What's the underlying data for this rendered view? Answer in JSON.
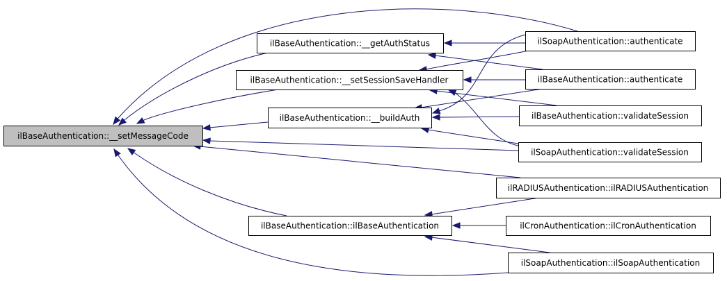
{
  "diagram": {
    "type": "doxygen-caller-graph",
    "edge_color": "#191970",
    "focus_fill": "#bfbfbf",
    "node_fill": "#ffffff",
    "nodes": [
      {
        "id": "setMessageCode",
        "label": "ilBaseAuthentication::__setMessageCode",
        "focus": true
      },
      {
        "id": "getAuthStatus",
        "label": "ilBaseAuthentication::__getAuthStatus"
      },
      {
        "id": "setSessionSaveHandler",
        "label": "ilBaseAuthentication::__setSessionSaveHandler"
      },
      {
        "id": "buildAuth",
        "label": "ilBaseAuthentication::__buildAuth"
      },
      {
        "id": "baseCtor",
        "label": "ilBaseAuthentication::ilBaseAuthentication"
      },
      {
        "id": "soapAuthenticate",
        "label": "ilSoapAuthentication::authenticate"
      },
      {
        "id": "baseAuthenticate",
        "label": "ilBaseAuthentication::authenticate"
      },
      {
        "id": "baseValidateSession",
        "label": "ilBaseAuthentication::validateSession"
      },
      {
        "id": "soapValidateSession",
        "label": "ilSoapAuthentication::validateSession"
      },
      {
        "id": "radiusCtor",
        "label": "ilRADIUSAuthentication::ilRADIUSAuthentication"
      },
      {
        "id": "cronCtor",
        "label": "ilCronAuthentication::ilCronAuthentication"
      },
      {
        "id": "soapCtor",
        "label": "ilSoapAuthentication::ilSoapAuthentication"
      }
    ],
    "edges": [
      {
        "from": "getAuthStatus",
        "to": "setMessageCode"
      },
      {
        "from": "setSessionSaveHandler",
        "to": "setMessageCode"
      },
      {
        "from": "buildAuth",
        "to": "setMessageCode"
      },
      {
        "from": "baseCtor",
        "to": "setMessageCode"
      },
      {
        "from": "soapAuthenticate",
        "to": "setMessageCode"
      },
      {
        "from": "soapValidateSession",
        "to": "setMessageCode"
      },
      {
        "from": "radiusCtor",
        "to": "setMessageCode"
      },
      {
        "from": "soapCtor",
        "to": "setMessageCode"
      },
      {
        "from": "soapAuthenticate",
        "to": "getAuthStatus"
      },
      {
        "from": "baseAuthenticate",
        "to": "getAuthStatus"
      },
      {
        "from": "soapAuthenticate",
        "to": "setSessionSaveHandler"
      },
      {
        "from": "baseAuthenticate",
        "to": "setSessionSaveHandler"
      },
      {
        "from": "baseValidateSession",
        "to": "setSessionSaveHandler"
      },
      {
        "from": "soapValidateSession",
        "to": "setSessionSaveHandler"
      },
      {
        "from": "soapAuthenticate",
        "to": "buildAuth"
      },
      {
        "from": "baseAuthenticate",
        "to": "buildAuth"
      },
      {
        "from": "baseValidateSession",
        "to": "buildAuth"
      },
      {
        "from": "soapValidateSession",
        "to": "buildAuth"
      },
      {
        "from": "radiusCtor",
        "to": "baseCtor"
      },
      {
        "from": "cronCtor",
        "to": "baseCtor"
      },
      {
        "from": "soapCtor",
        "to": "baseCtor"
      }
    ]
  }
}
